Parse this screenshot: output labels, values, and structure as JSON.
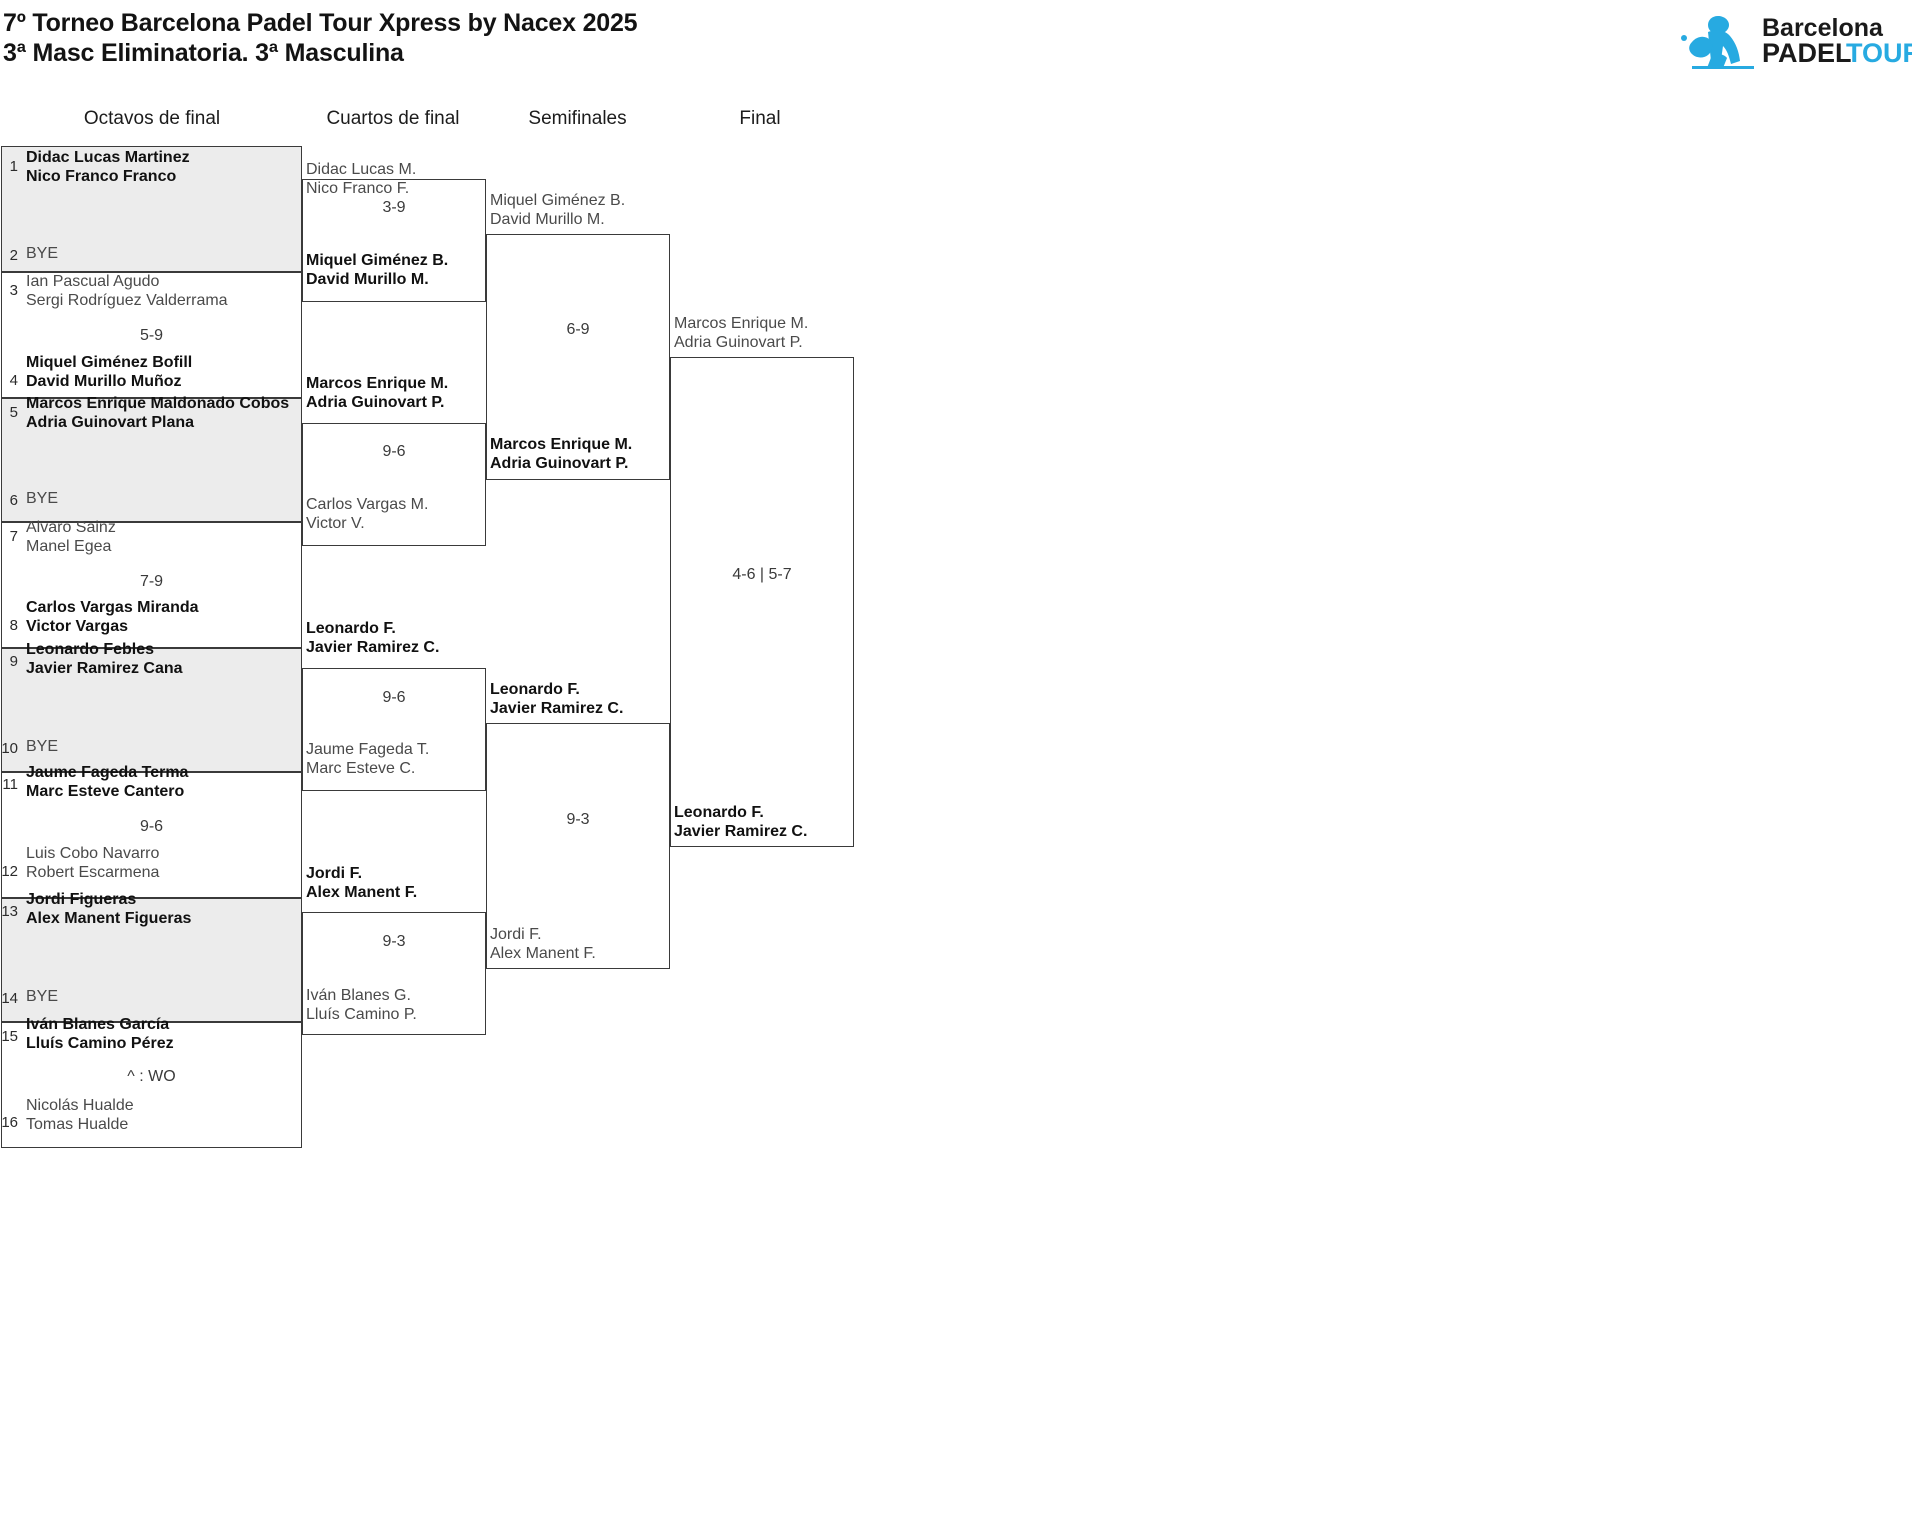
{
  "header": {
    "title_line1": "7º Torneo Barcelona Padel Tour Xpress by Nacex 2025",
    "title_line2": "3ª Masc Eliminatoria. 3ª Masculina",
    "logo": {
      "name": "barcelona-padel-tour-logo",
      "word1": "Barcelona",
      "word2": "PADEL",
      "word3": "TOUR",
      "accent_color": "#27aae1",
      "text_color": "#1a1a1a"
    }
  },
  "rounds": [
    {
      "label": "Octavos de final"
    },
    {
      "label": "Cuartos de final"
    },
    {
      "label": "Semifinales"
    },
    {
      "label": "Final"
    }
  ],
  "round1": {
    "matches": [
      {
        "seed_top": "1",
        "seed_bottom": "2",
        "top": {
          "p1": "Didac Lucas Martinez",
          "p2": "Nico Franco Franco",
          "result": "win"
        },
        "bottom": {
          "bye": "BYE"
        },
        "score": ""
      },
      {
        "seed_top": "3",
        "seed_bottom": "4",
        "top": {
          "p1": "Ian Pascual Agudo",
          "p2": "Sergi Rodríguez Valderrama",
          "result": "lose"
        },
        "bottom": {
          "p1": "Miquel Giménez Bofill",
          "p2": "David Murillo Muñoz",
          "result": "win"
        },
        "score": "5-9"
      },
      {
        "seed_top": "5",
        "seed_bottom": "6",
        "top": {
          "p1": "Marcos Enrique Maldonado Cobos",
          "p2": "Adria Guinovart Plana",
          "result": "win"
        },
        "bottom": {
          "bye": "BYE"
        },
        "score": ""
      },
      {
        "seed_top": "7",
        "seed_bottom": "8",
        "top": {
          "p1": "Alvaro Sainz",
          "p2": "Manel Egea",
          "result": "lose"
        },
        "bottom": {
          "p1": "Carlos Vargas Miranda",
          "p2": "Victor Vargas",
          "result": "win"
        },
        "score": "7-9"
      },
      {
        "seed_top": "9",
        "seed_bottom": "10",
        "top": {
          "p1": "Leonardo Febles",
          "p2": "Javier Ramirez Cana",
          "result": "win"
        },
        "bottom": {
          "bye": "BYE"
        },
        "score": ""
      },
      {
        "seed_top": "11",
        "seed_bottom": "12",
        "top": {
          "p1": "Jaume Fageda Terma",
          "p2": "Marc Esteve Cantero",
          "result": "win"
        },
        "bottom": {
          "p1": "Luis Cobo Navarro",
          "p2": "Robert Escarmena",
          "result": "lose"
        },
        "score": "9-6"
      },
      {
        "seed_top": "13",
        "seed_bottom": "14",
        "top": {
          "p1": "Jordi Figueras",
          "p2": "Alex Manent Figueras",
          "result": "win"
        },
        "bottom": {
          "bye": "BYE"
        },
        "score": ""
      },
      {
        "seed_top": "15",
        "seed_bottom": "16",
        "top": {
          "p1": "Iván Blanes García",
          "p2": "Lluís Camino Pérez",
          "result": "win"
        },
        "bottom": {
          "p1": "Nicolás Hualde",
          "p2": "Tomas Hualde",
          "result": "lose"
        },
        "score": "^ : WO"
      }
    ]
  },
  "round2": {
    "matches": [
      {
        "top": {
          "p1": "Didac Lucas M.",
          "p2": "Nico Franco F.",
          "result": "lose"
        },
        "bottom": {
          "p1": "Miquel Giménez B.",
          "p2": "David Murillo M.",
          "result": "win"
        },
        "score": "3-9"
      },
      {
        "top": {
          "p1": "Marcos Enrique M.",
          "p2": "Adria Guinovart P.",
          "result": "win"
        },
        "bottom": {
          "p1": "Carlos Vargas M.",
          "p2": "Victor V.",
          "result": "lose"
        },
        "score": "9-6"
      },
      {
        "top": {
          "p1": "Leonardo F.",
          "p2": "Javier Ramirez C.",
          "result": "win"
        },
        "bottom": {
          "p1": "Jaume Fageda T.",
          "p2": "Marc Esteve C.",
          "result": "lose"
        },
        "score": "9-6"
      },
      {
        "top": {
          "p1": "Jordi F.",
          "p2": "Alex Manent F.",
          "result": "win"
        },
        "bottom": {
          "p1": "Iván Blanes G.",
          "p2": "Lluís Camino P.",
          "result": "lose"
        },
        "score": "9-3"
      }
    ]
  },
  "round3": {
    "matches": [
      {
        "top": {
          "p1": "Miquel Giménez B.",
          "p2": "David Murillo M.",
          "result": "lose"
        },
        "bottom": {
          "p1": "Marcos Enrique M.",
          "p2": "Adria Guinovart P.",
          "result": "win"
        },
        "score": "6-9"
      },
      {
        "top": {
          "p1": "Leonardo F.",
          "p2": "Javier Ramirez C.",
          "result": "win"
        },
        "bottom": {
          "p1": "Jordi F.",
          "p2": "Alex Manent F.",
          "result": "lose"
        },
        "score": "9-3"
      }
    ]
  },
  "round4": {
    "matches": [
      {
        "top": {
          "p1": "Marcos Enrique M.",
          "p2": "Adria Guinovart P.",
          "result": "lose"
        },
        "bottom": {
          "p1": "Leonardo F.",
          "p2": "Javier Ramirez C.",
          "result": "win"
        },
        "score": "4-6 | 5-7"
      }
    ]
  }
}
